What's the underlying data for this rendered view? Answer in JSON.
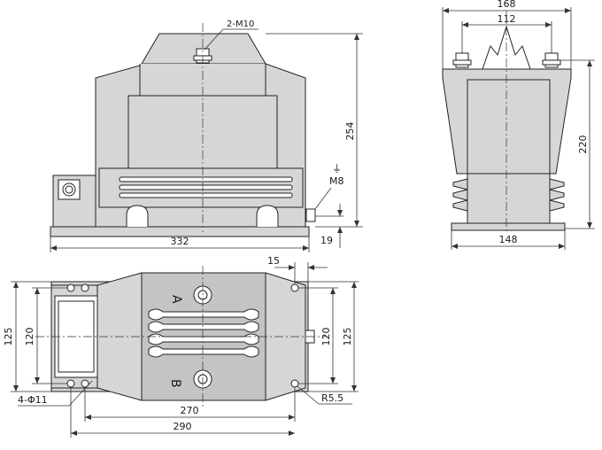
{
  "labels": {
    "bolt_callout": "2-M10",
    "dim_height_front": "254",
    "ground_symbol": "⏚",
    "ground_thread": "M8",
    "dim_base_thickness": "19",
    "dim_length_front": "332",
    "dim_top_width": "168",
    "dim_terminal_spacing": "112",
    "dim_height_side": "220",
    "dim_base_side": "148",
    "dim_offset": "15",
    "terminal_a": "A",
    "terminal_b": "B",
    "dim_120_left": "120",
    "dim_125_left": "125",
    "dim_120_right": "120",
    "dim_125_right": "125",
    "holes_callout": "4-Φ11",
    "slot_radius": "R5.5",
    "dim_270": "270",
    "dim_290": "290"
  },
  "colors": {
    "body_gray": "#d6d6d6",
    "line": "#222222"
  }
}
